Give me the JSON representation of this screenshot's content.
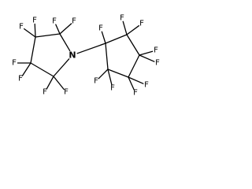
{
  "molecule": {
    "nitrogen_label": "N",
    "fluorine_label": "F",
    "pyrrolidine_ring": {
      "atoms": [
        "N",
        "C",
        "C",
        "C",
        "C"
      ],
      "fluorine_substituent_count": 8
    },
    "cyclopentyl_ring": {
      "atoms": [
        "C",
        "C",
        "C",
        "C",
        "C"
      ],
      "fluorine_substituent_count": 9
    },
    "colors": {
      "bond": "#000000",
      "label": "#000000",
      "background": "#ffffff"
    }
  }
}
